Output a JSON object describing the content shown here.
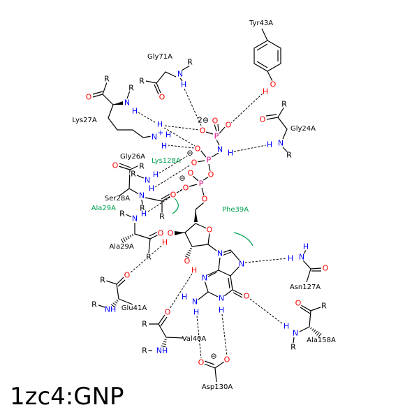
{
  "title": "1zc4:GNP",
  "colors": {
    "O": "#ff0000",
    "N": "#0000ff",
    "P": "#e0108a",
    "C": "#000000",
    "hydrophobic": "#00a050"
  },
  "atoms": {
    "O": "O",
    "N": "N",
    "H": "H",
    "P": "P",
    "R": "R",
    "NH": "NH",
    "plus": "+",
    "minus": "⊖",
    "dianion": "2⊖"
  },
  "residues": {
    "tyr43": "Tyr43A",
    "gly71": "Gly71A",
    "lys27": "Lys27A",
    "gly24": "Gly24A",
    "gly26": "Gly26A",
    "lys128": "Lys128A",
    "ser28": "Ser28A",
    "ala29_green": "Ala29A",
    "phe39": "Phe39A",
    "ala29": "Ala29A",
    "asn127": "Asn127A",
    "glu41": "Glu41A",
    "ala158": "Ala158A",
    "val40": "Val40A",
    "asp130": "Asp130A"
  }
}
